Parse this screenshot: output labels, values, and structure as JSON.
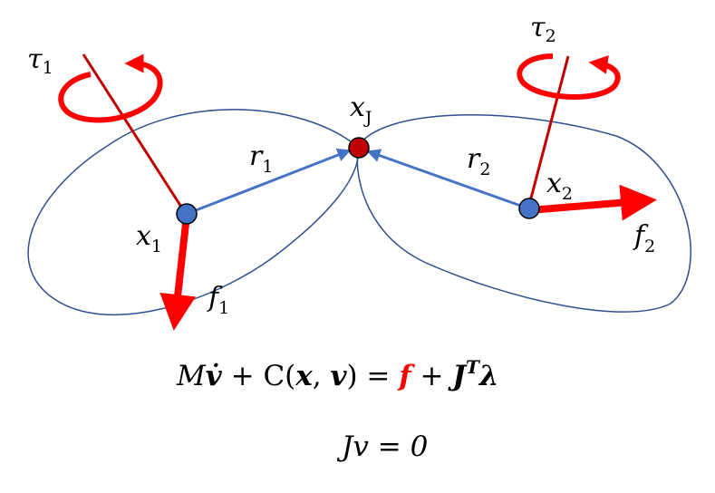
{
  "labels": {
    "tau1": {
      "sym": "τ",
      "sub": "1"
    },
    "tau2": {
      "sym": "τ",
      "sub": "2"
    },
    "x1": {
      "sym": "x",
      "sub": "1"
    },
    "x2": {
      "sym": "x",
      "sub": "2"
    },
    "xJ": {
      "sym": "x",
      "sub": "J"
    },
    "r1": {
      "sym": "r",
      "sub": "1"
    },
    "r2": {
      "sym": "r",
      "sub": "2"
    },
    "f1": {
      "sym": "f",
      "sub": "1"
    },
    "f2": {
      "sym": "f",
      "sub": "2"
    }
  },
  "equation1": {
    "lhs_a": "M",
    "lhs_v": "v̇",
    "lhs_b": " + C(",
    "lhs_x": "x",
    "lhs_comma": ", ",
    "lhs_v2": "v",
    "lhs_c": ") = ",
    "f": "f",
    "plus": " + ",
    "J": "J",
    "T": "T",
    "lambda": "λ"
  },
  "equation2": "Jv = 0",
  "colors": {
    "force": "#ff0000",
    "axis": "#c00000",
    "vector": "#4472c4",
    "outline": "#2f4f8f",
    "joint": "#c00000",
    "body_point": "#4472c4"
  }
}
